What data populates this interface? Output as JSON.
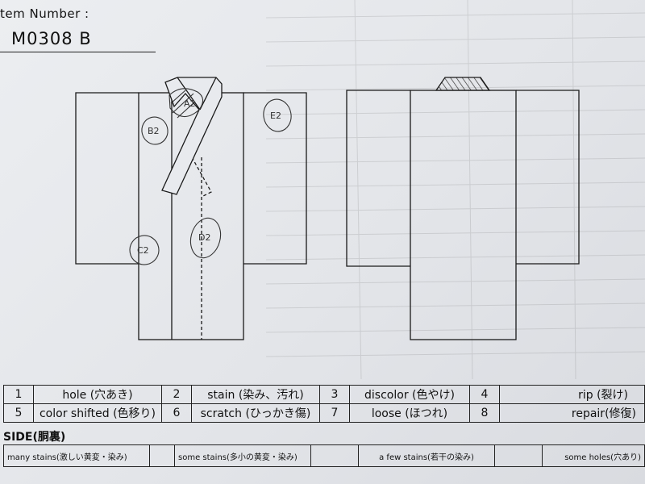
{
  "header": {
    "item_number_label": "tem Number :",
    "item_number_value": "M0308   B"
  },
  "diagram": {
    "front_marks": [
      "A2",
      "B2",
      "E2",
      "C2",
      "D2"
    ]
  },
  "condition_key": [
    {
      "num": "1",
      "label": "hole (穴あき)"
    },
    {
      "num": "2",
      "label": "stain (染み、汚れ)"
    },
    {
      "num": "3",
      "label": "discolor (色やけ)"
    },
    {
      "num": "4",
      "label": "rip (裂け)"
    },
    {
      "num": "5",
      "label": "color shifted (色移り)"
    },
    {
      "num": "6",
      "label": "scratch (ひっかき傷)"
    },
    {
      "num": "7",
      "label": "loose (ほつれ)"
    },
    {
      "num": "8",
      "label": "repair(修復)"
    }
  ],
  "side": {
    "title": "SIDE(胴裏)",
    "options": [
      "many stains(激しい黄変・染み)",
      "some stains(多小の黄変・染み)",
      "a few stains(若干の染み)",
      "some holes(穴あり)"
    ]
  }
}
